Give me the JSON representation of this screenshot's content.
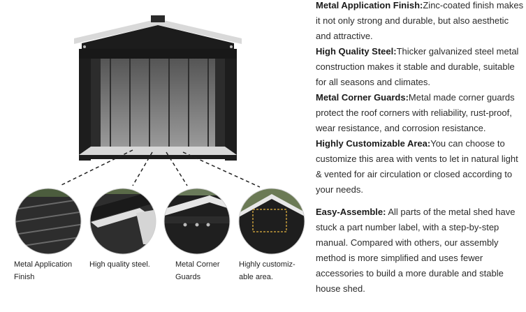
{
  "captions": [
    "Metal Application\nFinish",
    "High quality steel.",
    "Metal Corner\nGuards",
    "Highly customiz-\nable area."
  ],
  "features": [
    {
      "title": "Metal Application Finish:",
      "body": "Zinc-coated finish makes it not only strong and durable, but also aesthetic and attractive."
    },
    {
      "title": "High Quality Steel:",
      "body": "Thicker galvanized steel metal construction makes it stable and durable, suitable for all seasons and climates."
    },
    {
      "title": "Metal Corner Guards:",
      "body": "Metal made corner guards protect the roof corners with reliability, rust-proof, wear resistance, and corrosion resistance."
    },
    {
      "title": "Highly Customizable Area:",
      "body": "You can choose to customize this area with vents to let in natural light & vented for air circulation or closed according to your needs."
    },
    {
      "title": "Easy-Assemble:",
      "body": " All parts of the metal shed have stuck a part number label, with a step-by-step manual. Compared with others, our assembly method is more simplified and uses fewer accessories to build a more durable and stable house shed."
    }
  ]
}
